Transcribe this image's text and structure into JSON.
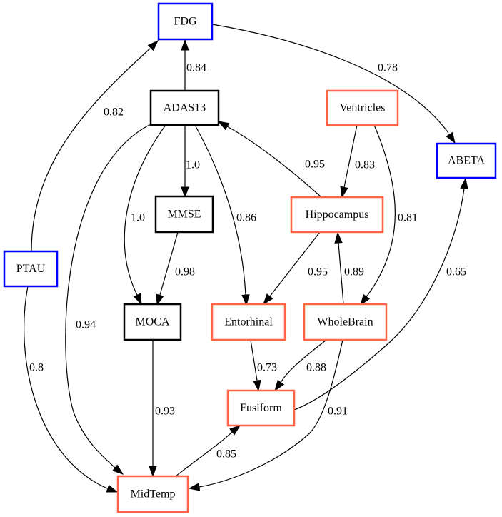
{
  "colors": {
    "cognitive": "#000000",
    "imaging": "#ff6347",
    "biomarker": "#0000ff",
    "edge": "#000000"
  },
  "nodes": [
    {
      "id": "FDG",
      "label": "FDG",
      "group": "biomarker"
    },
    {
      "id": "ADAS13",
      "label": "ADAS13",
      "group": "cognitive"
    },
    {
      "id": "Ventricles",
      "label": "Ventricles",
      "group": "imaging"
    },
    {
      "id": "ABETA",
      "label": "ABETA",
      "group": "biomarker"
    },
    {
      "id": "MMSE",
      "label": "MMSE",
      "group": "cognitive"
    },
    {
      "id": "Hippocampus",
      "label": "Hippocampus",
      "group": "imaging"
    },
    {
      "id": "PTAU",
      "label": "PTAU",
      "group": "biomarker"
    },
    {
      "id": "MOCA",
      "label": "MOCA",
      "group": "cognitive"
    },
    {
      "id": "Entorhinal",
      "label": "Entorhinal",
      "group": "imaging"
    },
    {
      "id": "WholeBrain",
      "label": "WholeBrain",
      "group": "imaging"
    },
    {
      "id": "Fusiform",
      "label": "Fusiform",
      "group": "imaging"
    },
    {
      "id": "MidTemp",
      "label": "MidTemp",
      "group": "imaging"
    }
  ],
  "edges": [
    {
      "source": "ADAS13",
      "target": "FDG",
      "weight": "0.84"
    },
    {
      "source": "FDG",
      "target": "ABETA",
      "weight": "0.78"
    },
    {
      "source": "PTAU",
      "target": "FDG",
      "weight": "0.82"
    },
    {
      "source": "ADAS13",
      "target": "MMSE",
      "weight": "1.0"
    },
    {
      "source": "ADAS13",
      "target": "MOCA",
      "weight": "1.0"
    },
    {
      "source": "ADAS13",
      "target": "Entorhinal",
      "weight": "0.86"
    },
    {
      "source": "ADAS13",
      "target": "MidTemp",
      "weight": "0.94"
    },
    {
      "source": "Hippocampus",
      "target": "ADAS13",
      "weight": "0.95"
    },
    {
      "source": "Ventricles",
      "target": "Hippocampus",
      "weight": "0.83"
    },
    {
      "source": "Ventricles",
      "target": "WholeBrain",
      "weight": "0.81"
    },
    {
      "source": "MMSE",
      "target": "MOCA",
      "weight": "0.98"
    },
    {
      "source": "Hippocampus",
      "target": "Entorhinal",
      "weight": "0.95"
    },
    {
      "source": "WholeBrain",
      "target": "Hippocampus",
      "weight": "0.89"
    },
    {
      "source": "Fusiform",
      "target": "ABETA",
      "weight": "0.65"
    },
    {
      "source": "PTAU",
      "target": "MidTemp",
      "weight": "0.8"
    },
    {
      "source": "Entorhinal",
      "target": "Fusiform",
      "weight": "0.73"
    },
    {
      "source": "WholeBrain",
      "target": "Fusiform",
      "weight": "0.88"
    },
    {
      "source": "WholeBrain",
      "target": "MidTemp",
      "weight": "0.91"
    },
    {
      "source": "MOCA",
      "target": "MidTemp",
      "weight": "0.93"
    },
    {
      "source": "MidTemp",
      "target": "Fusiform",
      "weight": "0.85"
    }
  ]
}
